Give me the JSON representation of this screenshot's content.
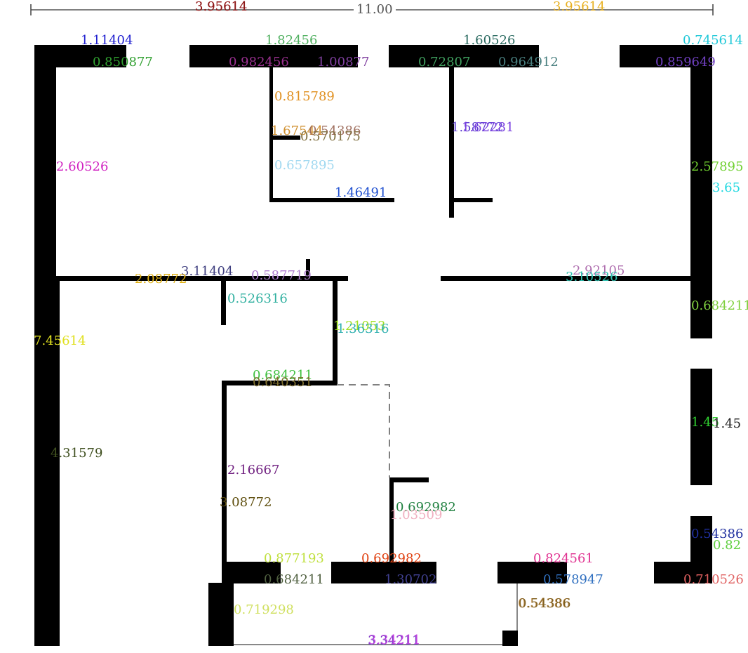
{
  "plan": {
    "overall_dimension": "11.00",
    "labels": [
      {
        "text": "3.95614",
        "color": "#d42020"
      },
      {
        "text": "3.95614",
        "color": "#8b1a1a"
      },
      {
        "text": "3.95614",
        "color": "#e8b020"
      },
      {
        "text": "1.11404",
        "color": "#2020d0"
      },
      {
        "text": "0.850877",
        "color": "#30a030"
      },
      {
        "text": "1.82456",
        "color": "#50b060"
      },
      {
        "text": "0.982456",
        "color": "#9a3090"
      },
      {
        "text": "1.00877",
        "color": "#8040a0"
      },
      {
        "text": "1.60526",
        "color": "#2a6a60"
      },
      {
        "text": "0.72807",
        "color": "#40a060"
      },
      {
        "text": "0.964912",
        "color": "#4a8080"
      },
      {
        "text": "0.745614",
        "color": "#20c8d8"
      },
      {
        "text": "0.859649",
        "color": "#7040c0"
      },
      {
        "text": "0.815789",
        "color": "#e09020"
      },
      {
        "text": "1.67544",
        "color": "#d09030"
      },
      {
        "text": "0.54386",
        "color": "#a07060"
      },
      {
        "text": "0.570175",
        "color": "#807040"
      },
      {
        "text": "1.58772",
        "color": "#6040d0"
      },
      {
        "text": "1.62281",
        "color": "#7a40e0"
      },
      {
        "text": "2.60526",
        "color": "#d020c0"
      },
      {
        "text": "0.657895",
        "color": "#a0d8f0"
      },
      {
        "text": "1.46491",
        "color": "#2050d0"
      },
      {
        "text": "2.57895",
        "color": "#70d030"
      },
      {
        "text": "3.65",
        "color": "#20d8e0"
      },
      {
        "text": "3.11404",
        "color": "#404080"
      },
      {
        "text": "2.08772",
        "color": "#e0b010"
      },
      {
        "text": "0.587719",
        "color": "#b080d0"
      },
      {
        "text": "2.92105",
        "color": "#b070b0"
      },
      {
        "text": "3.10526",
        "color": "#30c0b0"
      },
      {
        "text": "0.526316",
        "color": "#30b0a0"
      },
      {
        "text": "0.684211",
        "color": "#80d040"
      },
      {
        "text": "1.21053",
        "color": "#a0e020"
      },
      {
        "text": "1.36316",
        "color": "#30b0b0"
      },
      {
        "text": "7.45614",
        "color": "#e0e020"
      },
      {
        "text": "0.684211",
        "color": "#40c040"
      },
      {
        "text": "0.640351",
        "color": "#807030"
      },
      {
        "text": "1.45",
        "color": "#30d030"
      },
      {
        "text": "1.45",
        "color": "#202020"
      },
      {
        "text": "4.31579",
        "color": "#405020"
      },
      {
        "text": "2.16667",
        "color": "#702080"
      },
      {
        "text": "3.08772",
        "color": "#605010"
      },
      {
        "text": "0.692982",
        "color": "#208040"
      },
      {
        "text": "1.03509",
        "color": "#f0b0c0"
      },
      {
        "text": "0.54386",
        "color": "#2030a0"
      },
      {
        "text": "0.82",
        "color": "#60d040"
      },
      {
        "text": "0.877193",
        "color": "#c0e040"
      },
      {
        "text": "0.692982",
        "color": "#e04010"
      },
      {
        "text": "0.824561",
        "color": "#e03090"
      },
      {
        "text": "0.684211",
        "color": "#506040"
      },
      {
        "text": "1.30702",
        "color": "#404090"
      },
      {
        "text": "0.578947",
        "color": "#3070c0"
      },
      {
        "text": "0.710526",
        "color": "#e06060"
      },
      {
        "text": "0.719298",
        "color": "#d0e060"
      },
      {
        "text": "0.54386",
        "color": "#c09050"
      },
      {
        "text": "0.54386",
        "color": "#806020"
      },
      {
        "text": "3.34211",
        "color": "#7040c0"
      },
      {
        "text": "3.34211",
        "color": "#c040e0"
      }
    ]
  }
}
